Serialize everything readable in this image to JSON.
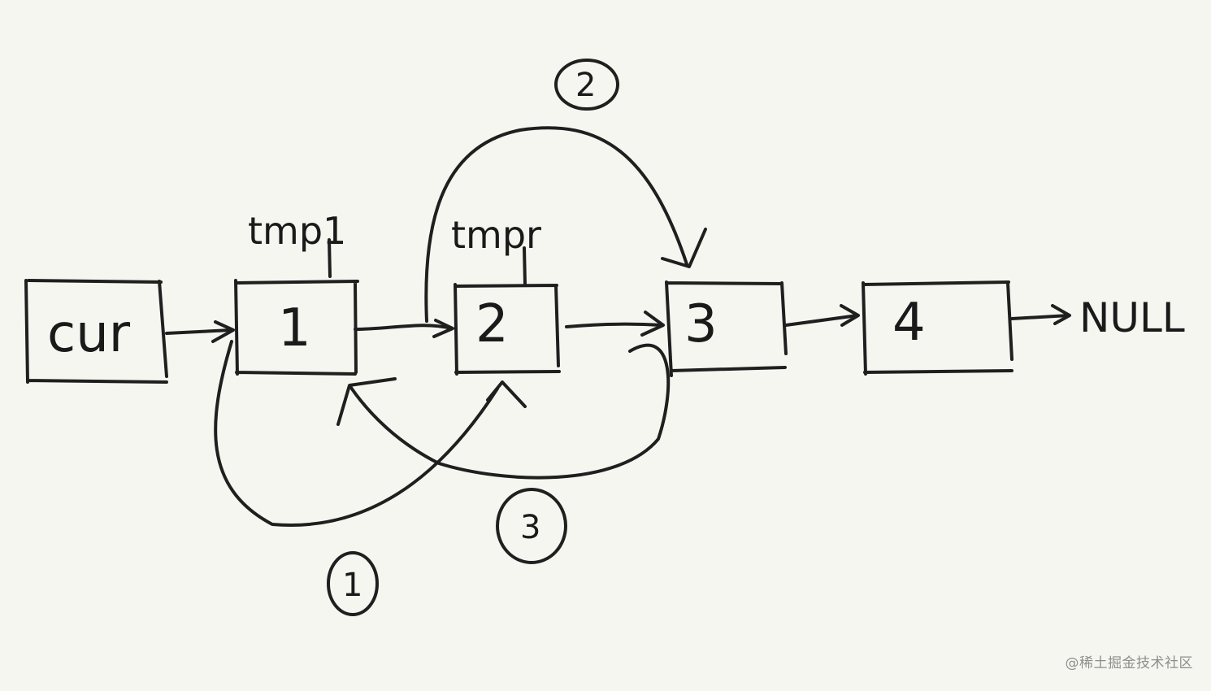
{
  "nodes": {
    "cur": "cur",
    "node1": "1",
    "node2": "2",
    "node3": "3",
    "node4": "4"
  },
  "pointers": {
    "tmp1": "tmp1",
    "tmp2": "tmpr"
  },
  "terminal": "NULL",
  "steps": {
    "step1": "1",
    "step2": "2",
    "step3": "3"
  },
  "watermark": "@稀土掘金技术社区",
  "colors": {
    "background": "#f6f6f1",
    "ink": "#1f1f1f"
  }
}
